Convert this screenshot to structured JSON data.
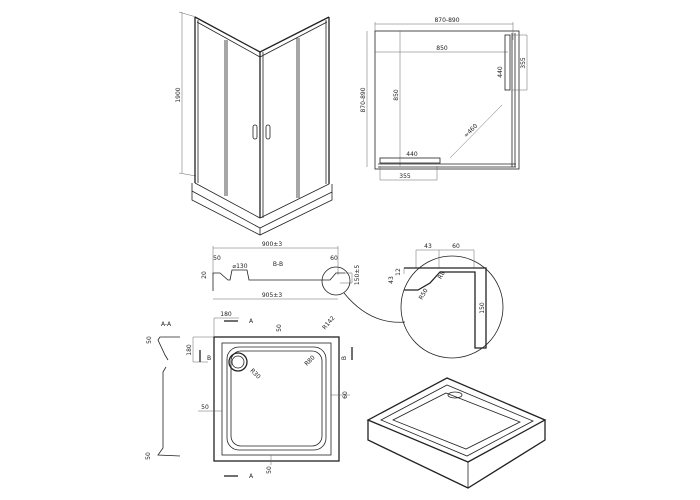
{
  "cabin": {
    "height_label": "1900"
  },
  "plan": {
    "width_outer": "870-890",
    "width_inner": "850",
    "depth_outer": "870-890",
    "depth_inner": "850",
    "door_right": "440",
    "door_right_fixed": "355",
    "diagonal": "≈460",
    "door_bottom": "440",
    "door_bottom_fixed": "355"
  },
  "section_bb": {
    "title": "B-B",
    "top_width": "900±3",
    "bottom_width": "905±3",
    "left_rim": "50",
    "drain": "⌀130",
    "right_rim": "60",
    "height": "150±5",
    "left_small": "20"
  },
  "detail": {
    "dim_43_top": "43",
    "dim_60_top": "60",
    "dim_12": "12",
    "dim_43_side": "43",
    "radius_small": "R8",
    "radius_large": "R50",
    "height": "150"
  },
  "tray_plan": {
    "dim_180_top": "180",
    "section_a_top": "A",
    "section_a_bottom": "A",
    "section_b_left": "B",
    "section_b_right": "B",
    "rim_top": "50",
    "radius_outer": "R142",
    "dim_180_side": "180",
    "radius_inner": "R80",
    "drain_radius": "R30",
    "rim_left": "50",
    "rim_right": "60",
    "rim_bottom": "50"
  },
  "section_aa": {
    "title": "A-A",
    "top": "50",
    "bottom": "50"
  }
}
